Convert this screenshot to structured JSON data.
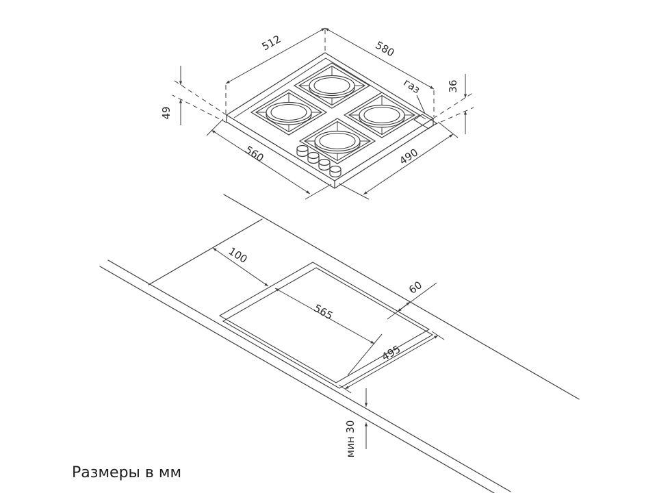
{
  "caption": "Размеры в мм",
  "hob_view": {
    "width_top": "512",
    "depth_top": "580",
    "height_left": "49",
    "height_right": "36",
    "width_bottom": "560",
    "depth_bottom": "490",
    "gas_label": "газ"
  },
  "cutout_view": {
    "offset_left": "100",
    "offset_back": "60",
    "cutout_width": "565",
    "cutout_depth": "495",
    "min_thickness": "мин 30"
  }
}
